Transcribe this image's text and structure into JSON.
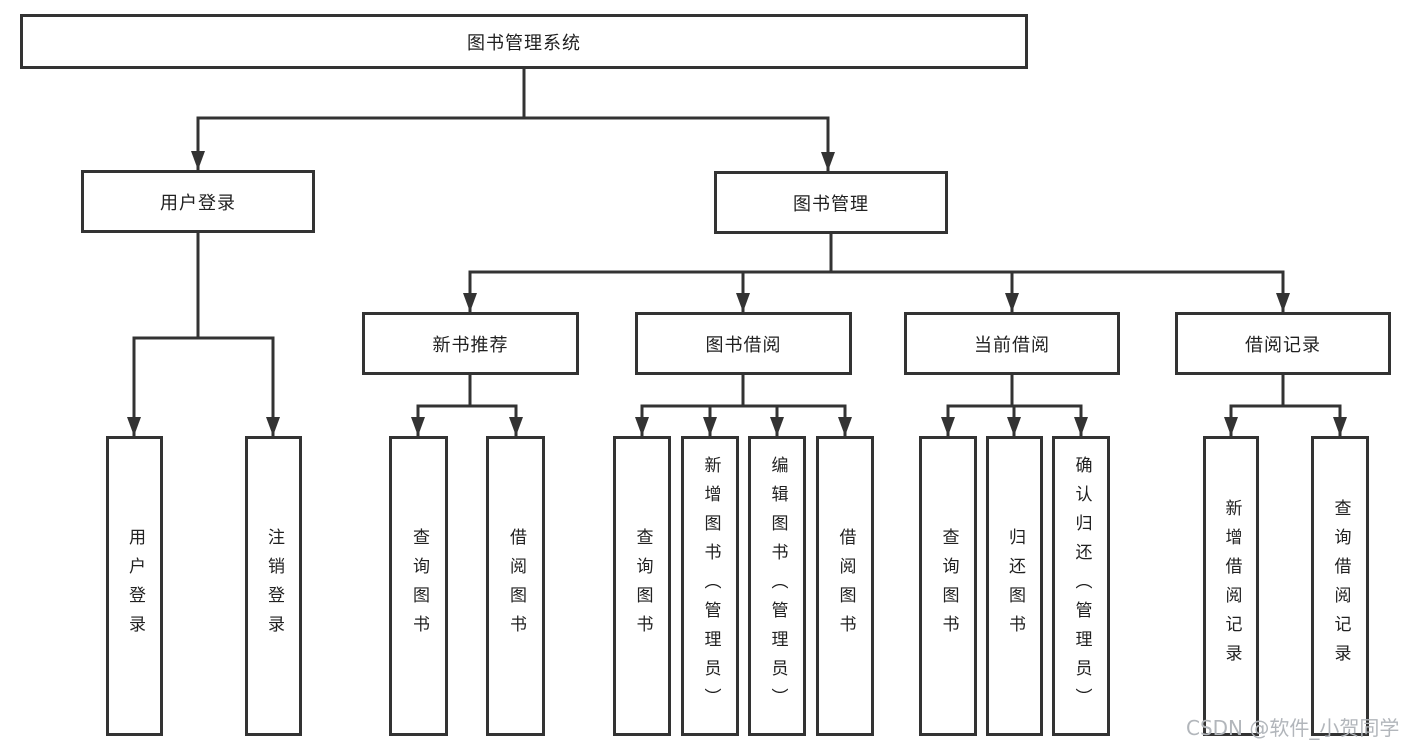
{
  "diagram": {
    "watermark": "CSDN @软件_小贺同学",
    "colors": {
      "line": "#333333",
      "box_border": "#333333",
      "box_fill": "#ffffff",
      "text": "#212121",
      "watermark": "#b2b6bb",
      "background": "#ffffff"
    },
    "tree": {
      "label": "图书管理系统",
      "children": [
        {
          "label": "用户登录",
          "children": [
            {
              "label": "用户登录"
            },
            {
              "label": "注销登录"
            }
          ]
        },
        {
          "label": "图书管理",
          "children": [
            {
              "label": "新书推荐",
              "children": [
                {
                  "label": "查询图书"
                },
                {
                  "label": "借阅图书"
                }
              ]
            },
            {
              "label": "图书借阅",
              "children": [
                {
                  "label": "查询图书"
                },
                {
                  "label": "新增图书（管理员）"
                },
                {
                  "label": "编辑图书（管理员）"
                },
                {
                  "label": "借阅图书"
                }
              ]
            },
            {
              "label": "当前借阅",
              "children": [
                {
                  "label": "查询图书"
                },
                {
                  "label": "归还图书"
                },
                {
                  "label": "确认归还（管理员）"
                }
              ]
            },
            {
              "label": "借阅记录",
              "children": [
                {
                  "label": "新增借阅记录"
                },
                {
                  "label": "查询借阅记录"
                }
              ]
            }
          ]
        }
      ]
    }
  }
}
